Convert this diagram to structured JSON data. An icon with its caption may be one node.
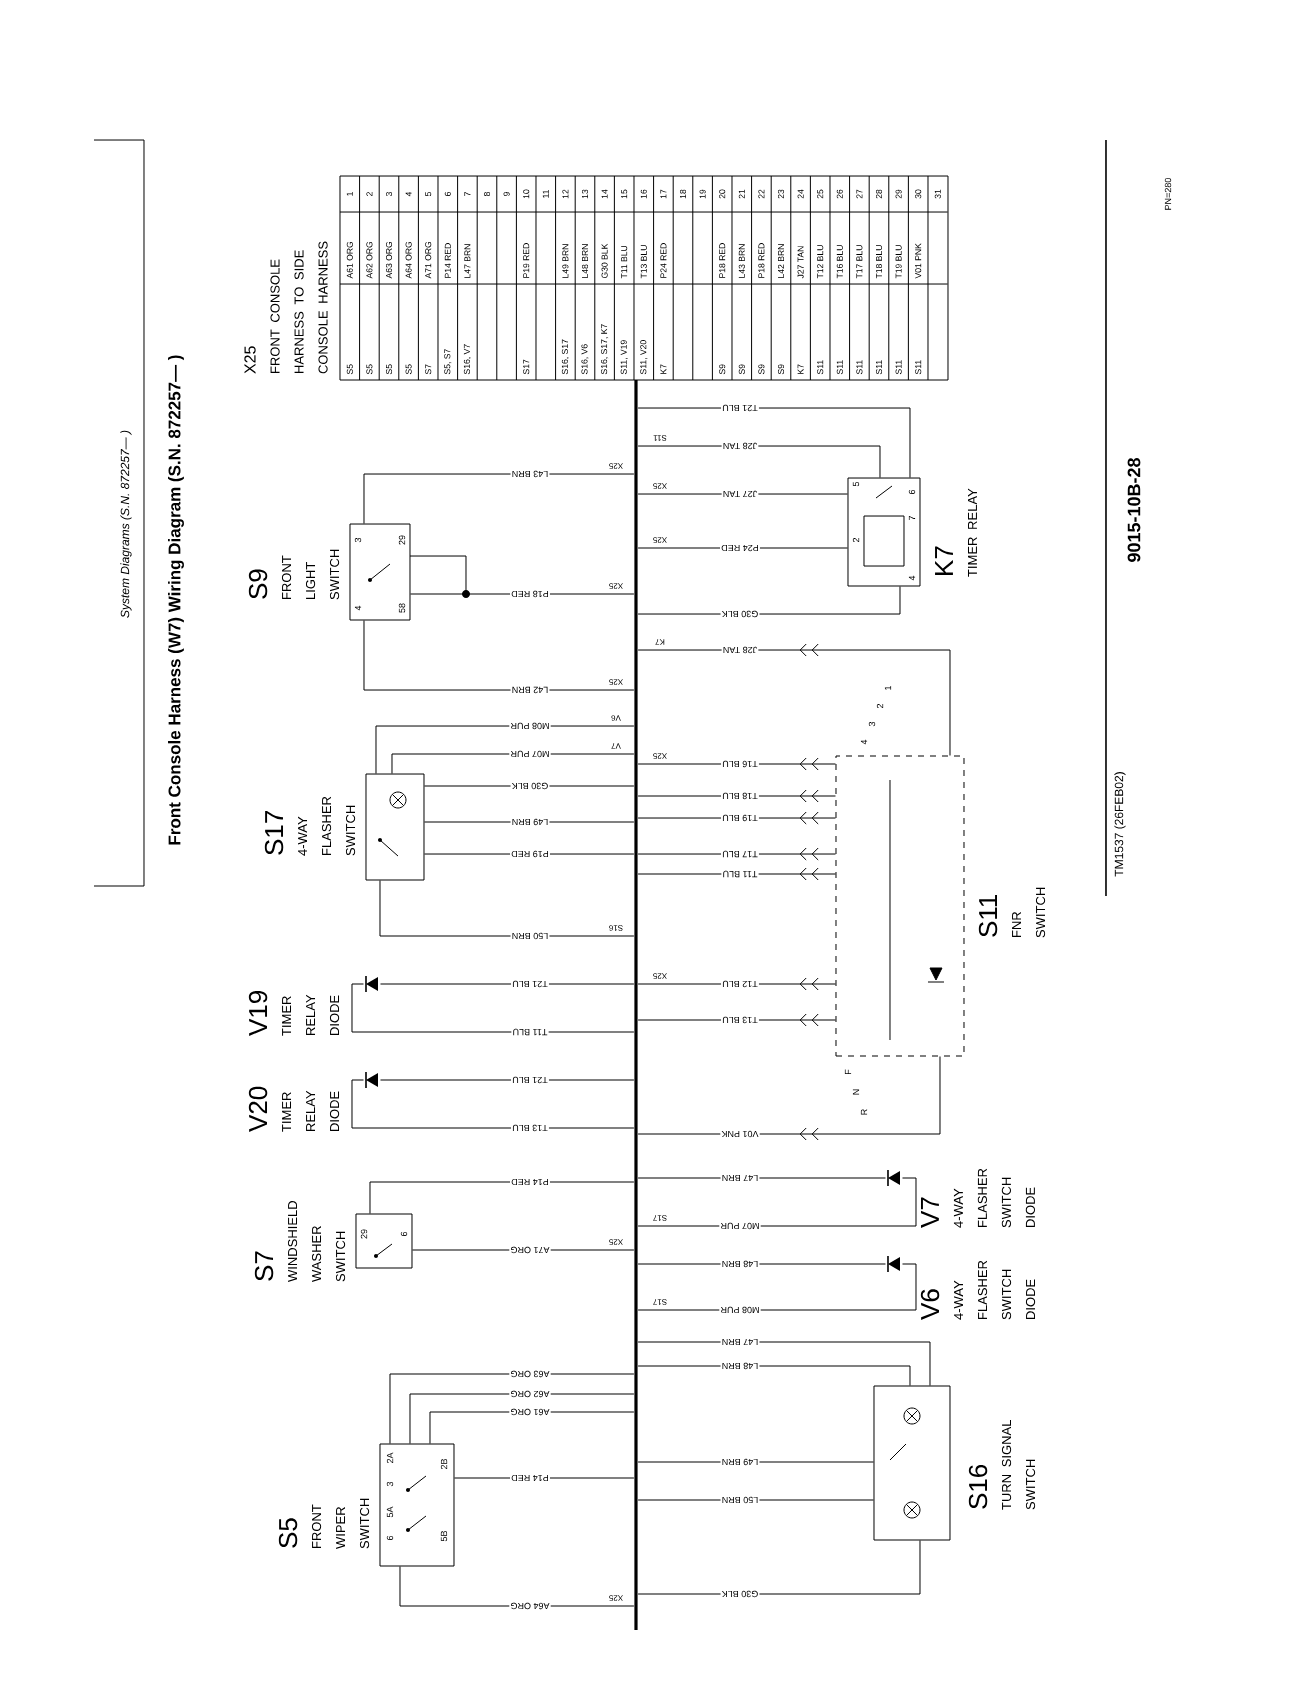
{
  "diagram": {
    "title": "Front Console Harness (W7) Wiring Diagram (S.N. 872257— )",
    "nodes": [
      {
        "text": [
          "X25",
          "FRONT CONSOLE HARNESS TO SIDE CONSOLE HARNESS"
        ]
      },
      {
        "text": [],
        "shape": "bar"
      },
      {
        "text": [
          "S9",
          "FRONT LIGHT SWITCH"
        ]
      },
      {
        "text": [
          "S17",
          "4-WAY FLASHER SWITCH"
        ]
      },
      {
        "text": [
          "V19",
          "TIMER RELAY DIODE"
        ]
      },
      {
        "text": [
          "V20",
          "TIMER RELAY DIODE"
        ]
      },
      {
        "text": [
          "S7",
          "WINDSHIELD WASHER SWITCH"
        ]
      },
      {
        "text": [
          "S5",
          "FRONT WIPER SWITCH"
        ]
      },
      {
        "text": [
          "K7",
          "TIMER RELAY"
        ]
      },
      {
        "text": [
          "S11",
          "FNR SWITCH"
        ]
      },
      {
        "text": [
          "V7",
          "4-WAY FLASHER SWITCH DIODE"
        ]
      },
      {
        "text": [
          "V6",
          "4-WAY FLASHER SWITCH DIODE"
        ]
      },
      {
        "text": [
          "S16",
          "TURN SIGNAL SWITCH"
        ]
      }
    ],
    "edges": [
      {
        "from": 2,
        "to": 1,
        "arrow": "none",
        "label": "L43 BRN"
      },
      {
        "from": 2,
        "to": 1,
        "arrow": "none",
        "label": "P18 RED"
      },
      {
        "from": 2,
        "to": 1,
        "arrow": "none",
        "label": "L42 BRN"
      },
      {
        "from": 3,
        "to": 1,
        "arrow": "none",
        "label": "M08 PUR"
      },
      {
        "from": 3,
        "to": 1,
        "arrow": "none",
        "label": "M07 PUR"
      },
      {
        "from": 3,
        "to": 1,
        "arrow": "none",
        "label": "G30 BLK"
      },
      {
        "from": 3,
        "to": 1,
        "arrow": "none",
        "label": "L49 BRN"
      },
      {
        "from": 3,
        "to": 1,
        "arrow": "none",
        "label": "P19 RED"
      },
      {
        "from": 3,
        "to": 1,
        "arrow": "none",
        "label": "L50 BRN"
      },
      {
        "from": 4,
        "to": 1,
        "arrow": "none",
        "label": "T21 BLU"
      },
      {
        "from": 4,
        "to": 1,
        "arrow": "none",
        "label": "T11 BLU"
      },
      {
        "from": 5,
        "to": 1,
        "arrow": "none",
        "label": "T21 BLU"
      },
      {
        "from": 5,
        "to": 1,
        "arrow": "none",
        "label": "T13 BLU"
      },
      {
        "from": 6,
        "to": 1,
        "arrow": "none",
        "label": "P14 RED"
      },
      {
        "from": 6,
        "to": 1,
        "arrow": "none",
        "label": "A71 ORG"
      },
      {
        "from": 7,
        "to": 1,
        "arrow": "none",
        "label": "A63 ORG"
      },
      {
        "from": 7,
        "to": 1,
        "arrow": "none",
        "label": "A62 ORG"
      },
      {
        "from": 7,
        "to": 1,
        "arrow": "none",
        "label": "A61 ORG"
      },
      {
        "from": 7,
        "to": 1,
        "arrow": "none",
        "label": "P14 RED"
      },
      {
        "from": 7,
        "to": 1,
        "arrow": "none",
        "label": "A64 ORG"
      },
      {
        "from": 8,
        "to": 1,
        "arrow": "none",
        "label": "T21 BLU"
      },
      {
        "from": 8,
        "to": 1,
        "arrow": "none",
        "label": "J28 TAN"
      },
      {
        "from": 8,
        "to": 1,
        "arrow": "none",
        "label": "J27 TAN"
      },
      {
        "from": 8,
        "to": 1,
        "arrow": "none",
        "label": "P24 RED"
      },
      {
        "from": 8,
        "to": 1,
        "arrow": "none",
        "label": "G30 BLK"
      },
      {
        "from": 9,
        "to": 1,
        "arrow": "to",
        "label": "J28 TAN"
      },
      {
        "from": 9,
        "to": 1,
        "arrow": "to",
        "label": "T16 BLU"
      },
      {
        "from": 9,
        "to": 1,
        "arrow": "to",
        "label": "T18 BLU"
      },
      {
        "from": 9,
        "to": 1,
        "arrow": "to",
        "label": "T19 BLU"
      },
      {
        "from": 9,
        "to": 1,
        "arrow": "to",
        "label": "T17 BLU"
      },
      {
        "from": 9,
        "to": 1,
        "arrow": "to",
        "label": "T11 BLU"
      },
      {
        "from": 9,
        "to": 1,
        "arrow": "to",
        "label": "T12 BLU"
      },
      {
        "from": 9,
        "to": 1,
        "arrow": "to",
        "label": "T13 BLU"
      },
      {
        "from": 9,
        "to": 1,
        "arrow": "to",
        "label": "V01 PNK"
      },
      {
        "from": 10,
        "to": 1,
        "arrow": "none",
        "label": "L47 BRN"
      },
      {
        "from": 10,
        "to": 1,
        "arrow": "none",
        "label": "M07 PUR"
      },
      {
        "from": 11,
        "to": 1,
        "arrow": "none",
        "label": "L48 BRN"
      },
      {
        "from": 11,
        "to": 1,
        "arrow": "none",
        "label": "M08 PUR"
      },
      {
        "from": 12,
        "to": 1,
        "arrow": "none",
        "label": "L47 BRN"
      },
      {
        "from": 12,
        "to": 1,
        "arrow": "none",
        "label": "L48 BRN"
      },
      {
        "from": 12,
        "to": 1,
        "arrow": "none",
        "label": "L49 BRN"
      },
      {
        "from": 12,
        "to": 1,
        "arrow": "none",
        "label": "L50 BRN"
      },
      {
        "from": 12,
        "to": 1,
        "arrow": "none",
        "label": "G30 BLK"
      }
    ],
    "labels": [
      "System Diagrams (S.N. 872257— )",
      "S5",
      "A61 ORG",
      "1",
      "S5",
      "A62 ORG",
      "2",
      "S5",
      "A63 ORG",
      "3",
      "S5",
      "A64 ORG",
      "4",
      "S7",
      "A71 ORG",
      "5",
      "S5, S7",
      "P14 RED",
      "6",
      "S16, V7",
      "L47 BRN",
      "7",
      "8",
      "9",
      "S17",
      "P19 RED",
      "10",
      "11",
      "S16, S17",
      "L49 BRN",
      "12",
      "S16, V6",
      "L48 BRN",
      "13",
      "S16, S17, K7",
      "G30 BLK",
      "14",
      "S11, V19",
      "T11 BLU",
      "15",
      "S11, V20",
      "T13 BLU",
      "16",
      "K7",
      "P24 RED",
      "17",
      "18",
      "19",
      "S9",
      "P18 RED",
      "20",
      "S9",
      "L43 BRN",
      "21",
      "S9",
      "P18 RED",
      "22",
      "S9",
      "L42 BRN",
      "23",
      "K7",
      "J27 TAN",
      "24",
      "S11",
      "T12 BLU",
      "25",
      "S11",
      "T16 BLU",
      "26",
      "S11",
      "T17 BLU",
      "27",
      "S11",
      "T18 BLU",
      "28",
      "S11",
      "T19 BLU",
      "29",
      "S11",
      "V01 PNK",
      "30",
      "31",
      "3",
      "29",
      "58",
      "4",
      "29",
      "6",
      "2A",
      "3",
      "5A",
      "6",
      "2B",
      "5B",
      "5",
      "6",
      "2",
      "7",
      "4",
      "4",
      "3",
      "2",
      "1",
      "F",
      "N",
      "R",
      "X25",
      "X25",
      "X25",
      "V6",
      "V7",
      "S16",
      "X25",
      "X25",
      "S11",
      "X25",
      "X25",
      "K7",
      "X25",
      "X25",
      "S17",
      "S17",
      "TM1537 (26FEB02)",
      "9015-10B-28",
      "PN=280"
    ]
  }
}
